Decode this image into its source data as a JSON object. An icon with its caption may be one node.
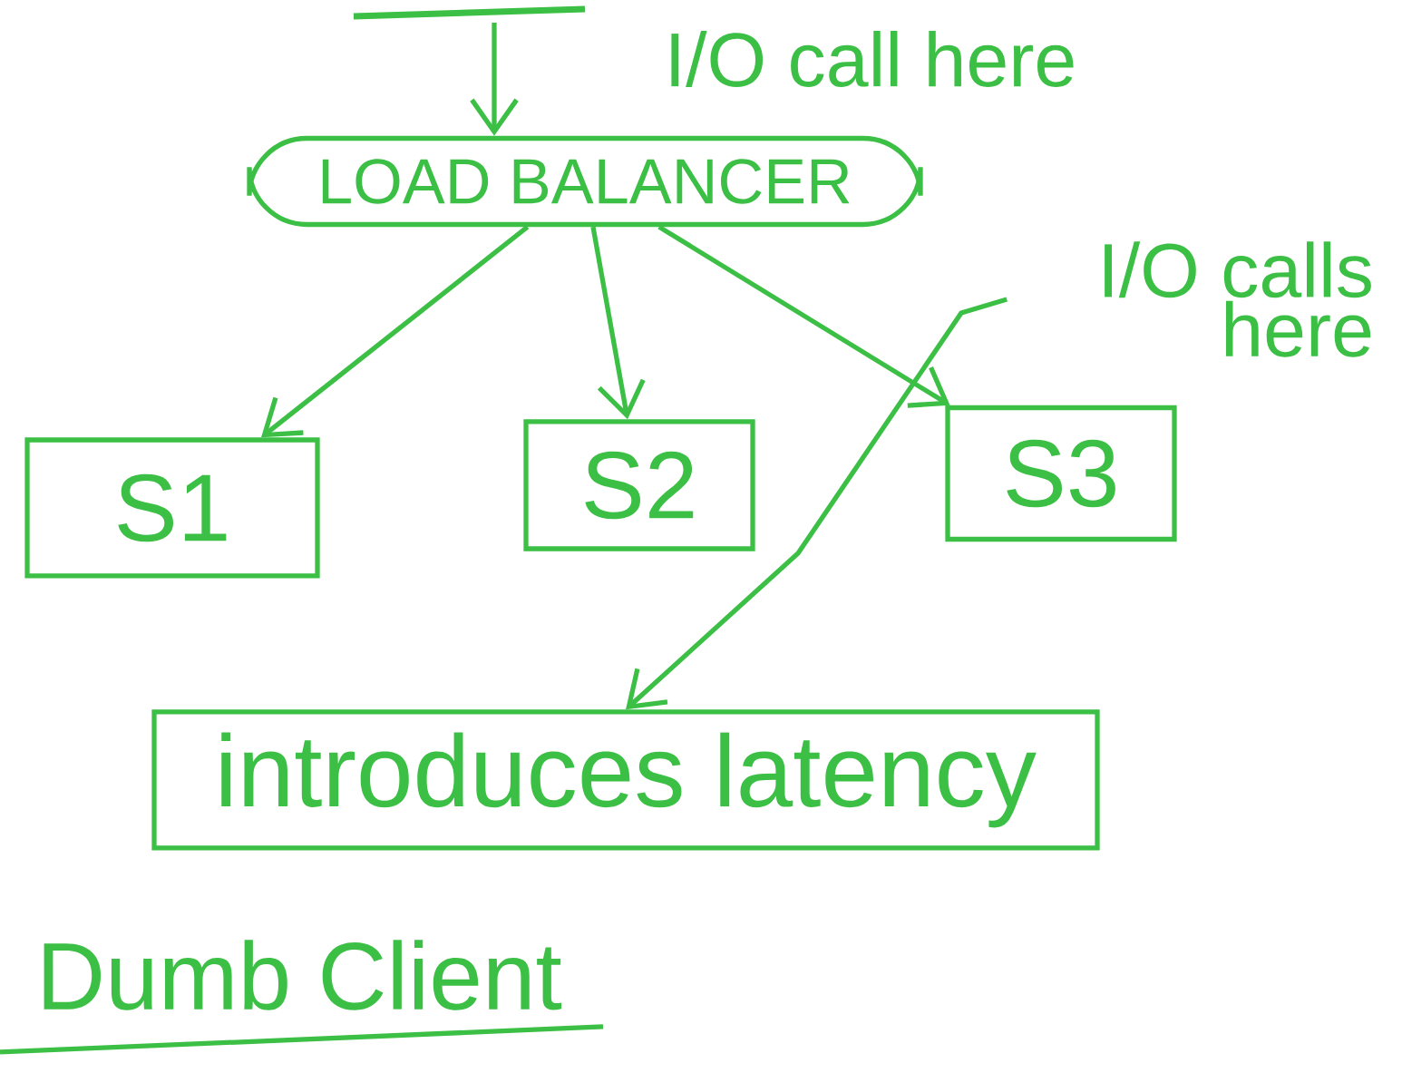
{
  "diagram": {
    "nodes": [
      {
        "text": [
          "LOAD BALANCER"
        ]
      },
      {
        "text": [
          "S1"
        ]
      },
      {
        "text": [
          "S2"
        ]
      },
      {
        "text": [
          "S3"
        ]
      },
      {
        "text": [
          "I/O calls here"
        ]
      },
      {
        "text": [
          "introduces latency"
        ]
      }
    ],
    "edges": [
      {
        "from": null,
        "to": 0,
        "arrow": "to"
      },
      {
        "from": 0,
        "to": 1,
        "arrow": "to"
      },
      {
        "from": 0,
        "to": 2,
        "arrow": "to"
      },
      {
        "from": 0,
        "to": 3,
        "arrow": "to"
      },
      {
        "from": 4,
        "to": 5,
        "arrow": "to"
      }
    ],
    "labels": [
      "I/O call here",
      "Dumb Client"
    ]
  }
}
